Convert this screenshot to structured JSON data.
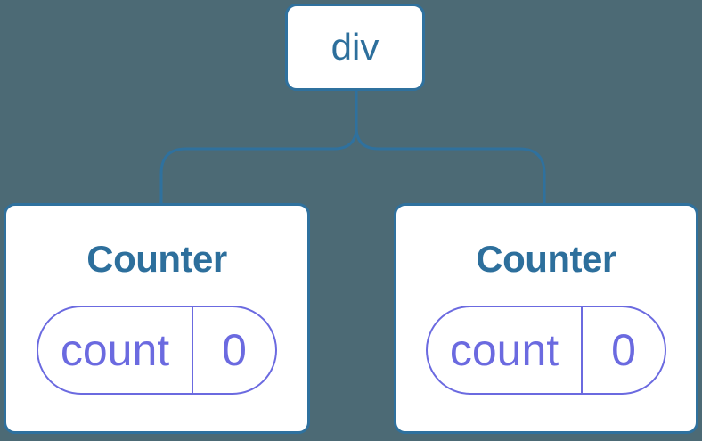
{
  "colors": {
    "background": "#4c6a75",
    "node_blue": "#2f719e",
    "text_blue": "#2d6f9c",
    "purple": "#6b6ae0",
    "node_fill": "#ffffff"
  },
  "tree": {
    "root": {
      "label": "div"
    },
    "children": [
      {
        "label": "Counter",
        "state": [
          {
            "name": "count",
            "value": "0"
          }
        ]
      },
      {
        "label": "Counter",
        "state": [
          {
            "name": "count",
            "value": "0"
          }
        ]
      }
    ]
  }
}
